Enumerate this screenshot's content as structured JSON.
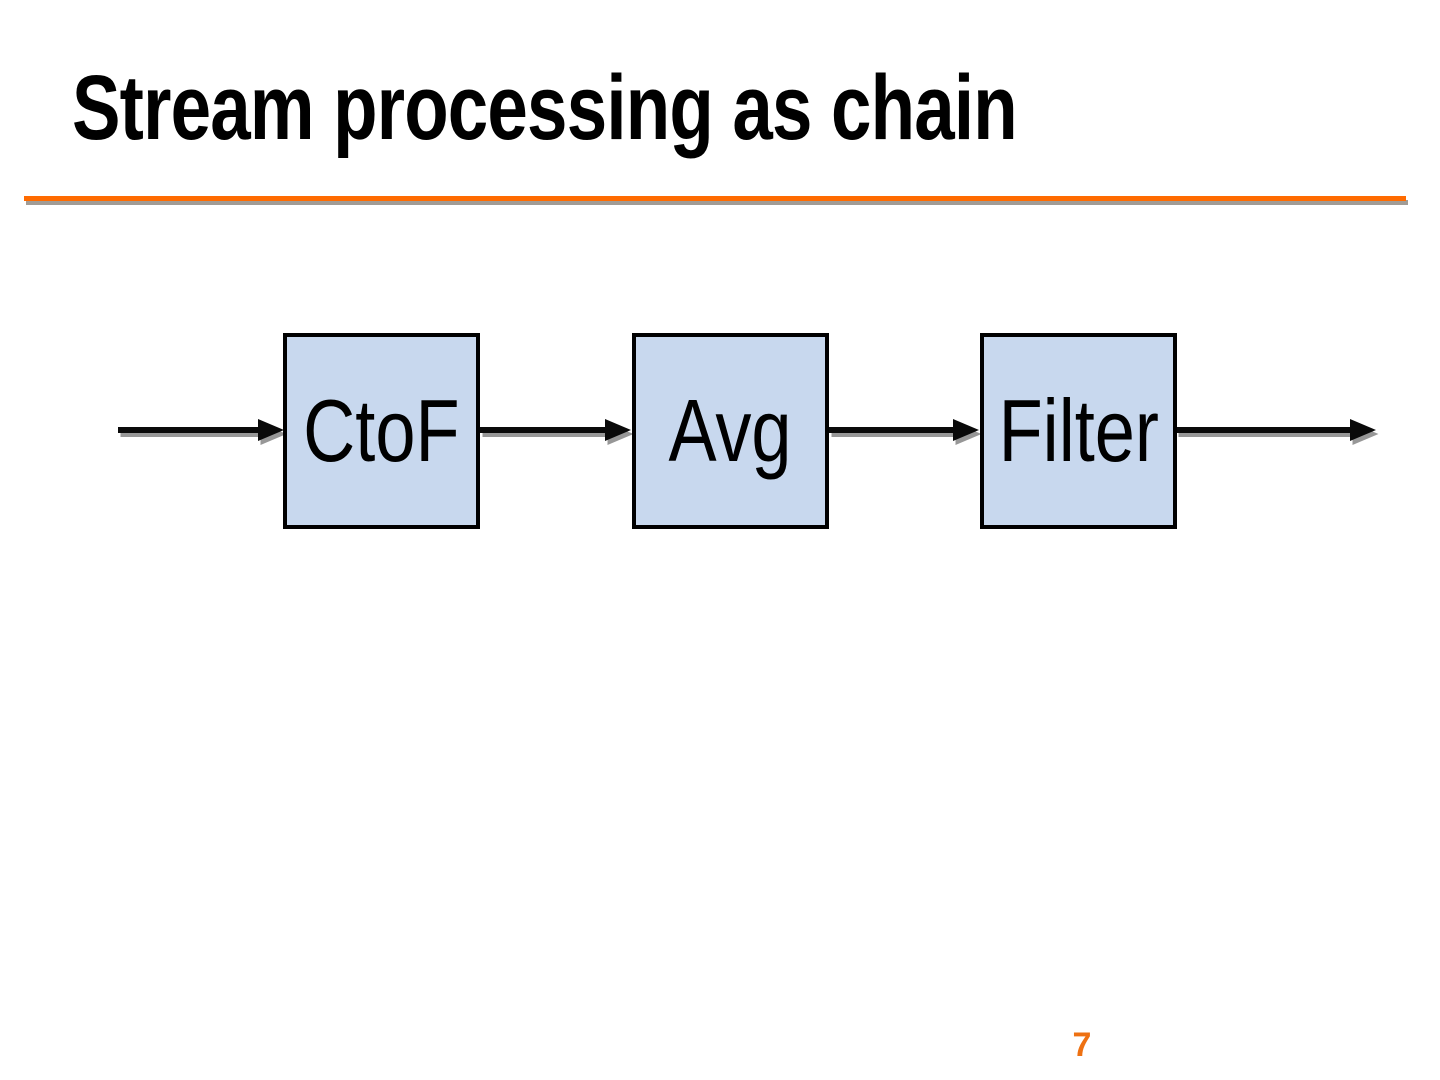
{
  "slide": {
    "title": "Stream processing as chain",
    "page_number": "7"
  },
  "diagram": {
    "direction": "left-to-right",
    "nodes": [
      {
        "label": "CtoF"
      },
      {
        "label": "Avg"
      },
      {
        "label": "Filter"
      }
    ],
    "arrows": [
      {
        "from": "",
        "to": "CtoF"
      },
      {
        "from": "CtoF",
        "to": "Avg"
      },
      {
        "from": "Avg",
        "to": "Filter"
      },
      {
        "from": "Filter",
        "to": ""
      }
    ]
  },
  "colors": {
    "accent_orange": "#ff6b00",
    "page_number_orange": "#ee7112",
    "node_fill": "#c8d8ee",
    "node_border": "#000000",
    "arrow_color": "#0a0a0a",
    "arrow_shadow": "#979797",
    "shadow_gray": "#a19c96"
  }
}
